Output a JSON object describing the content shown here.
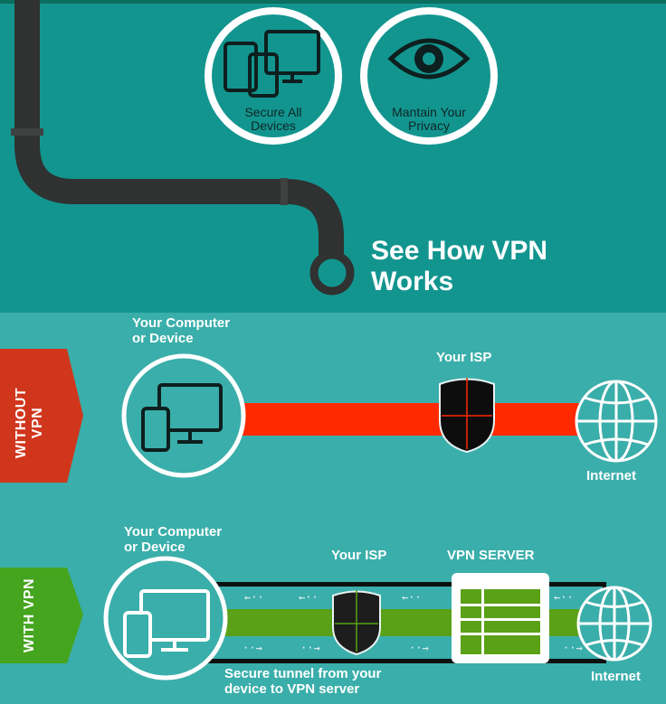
{
  "features": {
    "devices_label": "Secure All Devices",
    "privacy_label": "Mantain Your Privacy"
  },
  "headline": {
    "line1": "See How VPN",
    "line2": "Works"
  },
  "without_vpn": {
    "tag": "WITHOUT VPN",
    "device_label_1": "Your Computer",
    "device_label_2": "or Device",
    "isp_label": "Your ISP",
    "internet_label": "Internet"
  },
  "with_vpn": {
    "tag": "WITH VPN",
    "device_label_1": "Your Computer",
    "device_label_2": "or Device",
    "isp_label": "Your ISP",
    "server_label": "VPN SERVER",
    "internet_label": "Internet",
    "tunnel_caption_1": "Secure tunnel from your",
    "tunnel_caption_2": "device to VPN server"
  },
  "colors": {
    "top_bg": "#13958f",
    "bottom_bg": "#3aaeaa",
    "pipe": "#2f3231",
    "without_tag": "#d0361c",
    "without_line": "#ff2a00",
    "with_tag": "#45a51f",
    "with_line": "#5aa117"
  }
}
